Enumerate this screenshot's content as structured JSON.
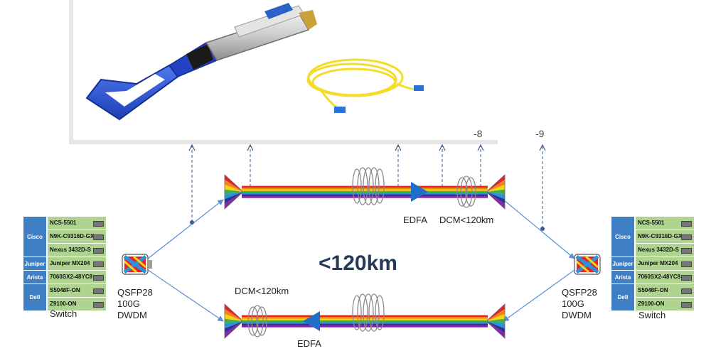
{
  "labels": {
    "distance": "<120km",
    "edfa_top": "EDFA",
    "dcm_top": "DCM<120km",
    "dcm_bottom": "DCM<120km",
    "edfa_bottom": "EDFA",
    "step_8": "-8",
    "step_9": "-9",
    "left_module": [
      "QSFP28",
      "100G",
      "DWDM"
    ],
    "right_module": [
      "QSFP28",
      "100G",
      "DWDM"
    ],
    "left_switch": "Switch",
    "right_switch": "Switch"
  },
  "switch_models": [
    {
      "vendor": "Cisco",
      "models": [
        "NCS-5501",
        "N9K-C9316D-GX",
        "Nexus 3432D-S"
      ]
    },
    {
      "vendor": "Juniper",
      "models": [
        "Juniper MX204"
      ]
    },
    {
      "vendor": "Arista",
      "models": [
        "7060SX2-48YC8"
      ]
    },
    {
      "vendor": "Dell",
      "models": [
        "S5048F-ON",
        "Z9100-ON"
      ]
    }
  ],
  "colors": {
    "vendor_cell": "#3f7fc4",
    "model_cell": "#aed48f",
    "link_line": "#5b8fd6",
    "amplifier": "#1f6fc8",
    "module_handle": "#2b55d6",
    "patch_cable": "#f4dc28",
    "rainbow": [
      "#e8202a",
      "#f58220",
      "#f8d210",
      "#3cb44b",
      "#2f8fd9",
      "#283593",
      "#8e24aa"
    ]
  },
  "icons": [
    "qsfp28-module-icon",
    "fiber-patch-cable-icon",
    "fiber-spool-icon",
    "dcm-coil-icon",
    "edfa-amplifier-icon",
    "wdm-prism-icon",
    "dwdm-module-icon"
  ]
}
